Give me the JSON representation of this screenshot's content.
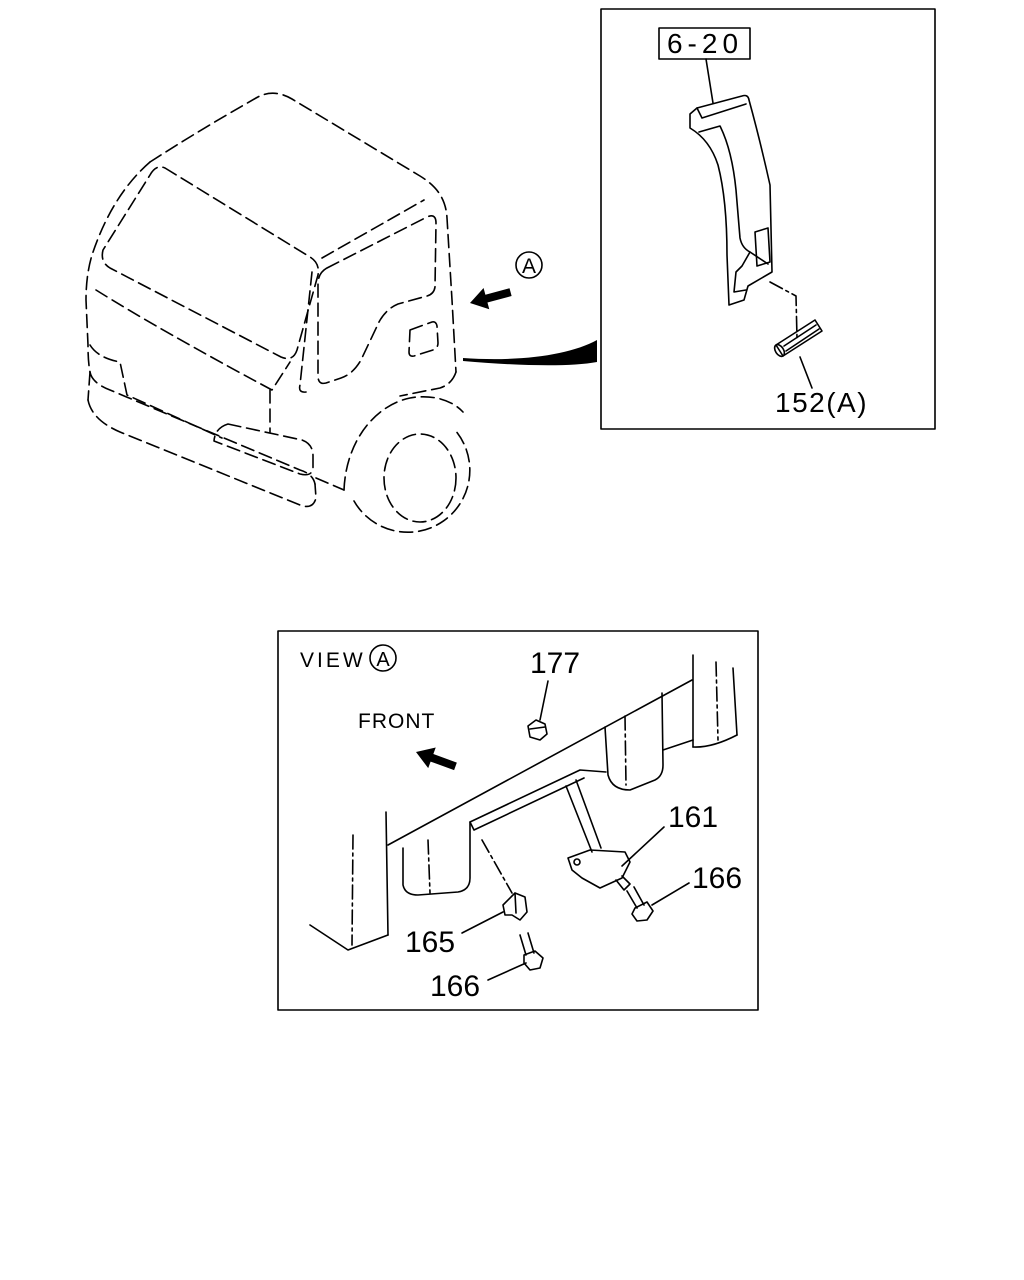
{
  "colors": {
    "line": "#000000",
    "background": "#ffffff"
  },
  "icons": {
    "overview_arrow": "arrow-left-icon",
    "front_arrow": "arrow-left-icon"
  },
  "overview": {
    "view_marker": "A"
  },
  "detail": {
    "reference_box": "6-20",
    "part_callout": "152(A)"
  },
  "view_a": {
    "title": "VIEW",
    "title_marker": "A",
    "direction_label": "FRONT",
    "callouts": [
      "177",
      "161",
      "166",
      "165",
      "166"
    ]
  }
}
